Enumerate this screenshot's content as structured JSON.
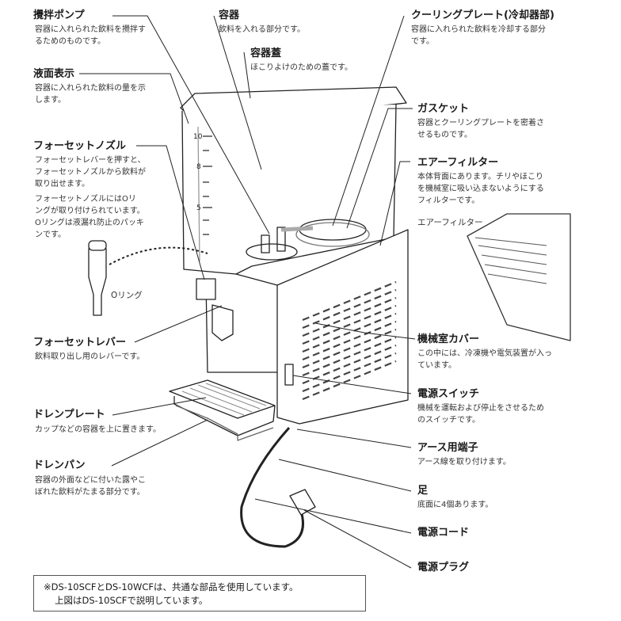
{
  "parts": {
    "stirring_pump": {
      "title": "攪拌ポンプ",
      "desc": [
        "容器に入れられた飲料を攪拌す",
        "るためのものです。"
      ]
    },
    "container": {
      "title": "容器",
      "desc": [
        "飲料を入れる部分です。"
      ]
    },
    "container_lid": {
      "title": "容器蓋",
      "desc": [
        "ほこりよけのための蓋です。"
      ]
    },
    "cooling_plate": {
      "title": "クーリングプレート(冷却器部)",
      "desc": [
        "容器に入れられた飲料を冷却する部分",
        "です。"
      ]
    },
    "level_indicator": {
      "title": "液面表示",
      "desc": [
        "容器に入れられた飲料の量を示",
        "します。"
      ]
    },
    "gasket": {
      "title": "ガスケット",
      "desc": [
        "容器とクーリングプレートを密着さ",
        "せるものです。"
      ]
    },
    "faucet_nozzle": {
      "title": "フォーセットノズル",
      "desc": [
        "フォーセットレバーを押すと、",
        "フォーセットノズルから飲料が",
        "取り出せます。",
        "フォーセットノズルにはOリ",
        "ングが取り付けられています。",
        "Oリングは液漏れ防止のパッキ",
        "ンです。"
      ]
    },
    "air_filter": {
      "title": "エアーフィルター",
      "desc": [
        "本体背面にあります。チリやほこり",
        "を機械室に吸い込まないようにする",
        "フィルターです。"
      ]
    },
    "air_filter_inset_label": "エアーフィルター",
    "o_ring_label": "Oリング",
    "faucet_lever": {
      "title": "フォーセットレバー",
      "desc": [
        "飲料取り出し用のレバーです。"
      ]
    },
    "machine_cover": {
      "title": "機械室カバー",
      "desc": [
        "この中には、冷凍機や電気装置が入っ",
        "ています。"
      ]
    },
    "power_switch": {
      "title": "電源スイッチ",
      "desc": [
        "機械を運転および停止をさせるため",
        "のスイッチです。"
      ]
    },
    "drain_plate": {
      "title": "ドレンプレート",
      "desc": [
        "カップなどの容器を上に置きます。"
      ]
    },
    "ground_terminal": {
      "title": "アース用端子",
      "desc": [
        "アース線を取り付けます。"
      ]
    },
    "drain_pan": {
      "title": "ドレンパン",
      "desc": [
        "容器の外面などに付いた露やこ",
        "ぼれた飲料がたまる部分です。"
      ]
    },
    "foot": {
      "title": "足",
      "desc": [
        "底面に4個あります。"
      ]
    },
    "power_cord": {
      "title": "電源コード"
    },
    "power_plug": {
      "title": "電源プラグ"
    }
  },
  "scale_ticks": [
    "10",
    "8",
    "5"
  ],
  "note": [
    "※DS-10SCFとDS-10WCFは、共通な部品を使用しています。",
    "上図はDS-10SCFで説明しています。"
  ]
}
